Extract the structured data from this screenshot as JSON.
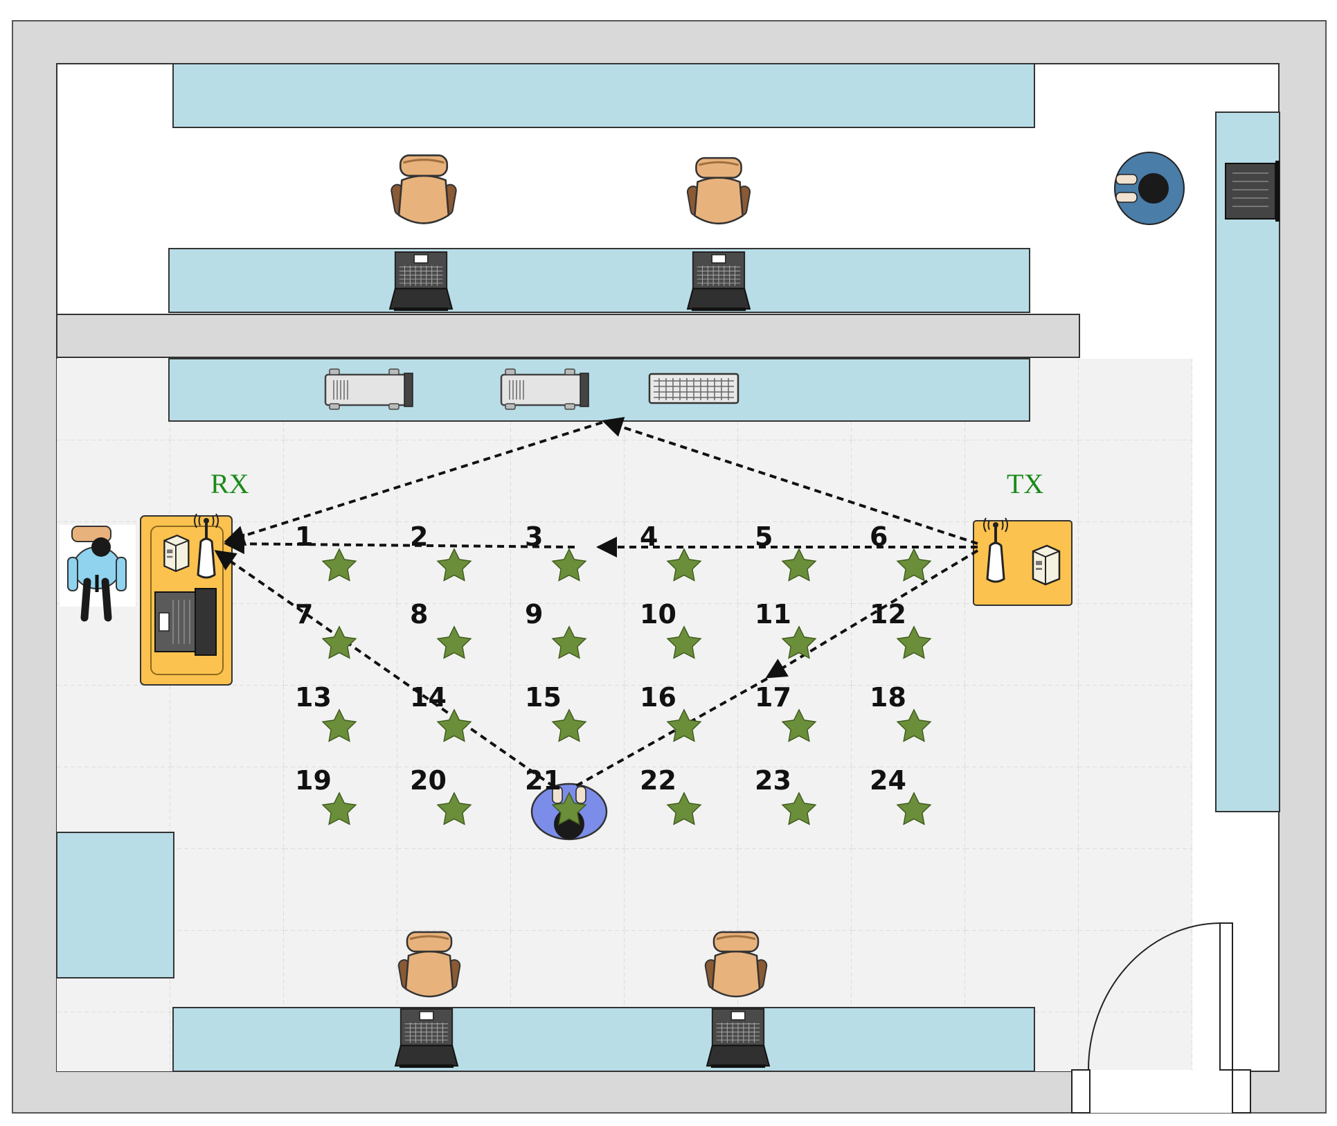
{
  "labels": {
    "rx": "RX",
    "tx": "TX"
  },
  "colors": {
    "wall": "#d9d9d9",
    "desk": "#b8dde7",
    "floor_tile": "#f2f2f2",
    "device_table": "#fcc24f",
    "star": "#6b8e3a",
    "chair": "#e8b27c",
    "label_green": "#1a8a1a",
    "path": "#111111"
  },
  "points": [
    {
      "id": "1"
    },
    {
      "id": "2"
    },
    {
      "id": "3"
    },
    {
      "id": "4"
    },
    {
      "id": "5"
    },
    {
      "id": "6"
    },
    {
      "id": "7"
    },
    {
      "id": "8"
    },
    {
      "id": "9"
    },
    {
      "id": "10"
    },
    {
      "id": "11"
    },
    {
      "id": "12"
    },
    {
      "id": "13"
    },
    {
      "id": "14"
    },
    {
      "id": "15"
    },
    {
      "id": "16"
    },
    {
      "id": "17"
    },
    {
      "id": "18"
    },
    {
      "id": "19"
    },
    {
      "id": "20"
    },
    {
      "id": "21"
    },
    {
      "id": "22"
    },
    {
      "id": "23"
    },
    {
      "id": "24"
    }
  ],
  "icons": {
    "point_marker": "star-icon",
    "antenna": "antenna-icon",
    "computer": "computer-icon",
    "laptop": "laptop-icon",
    "chair": "chair-icon",
    "person": "person-icon",
    "keyboard": "keyboard-icon",
    "server": "server-icon",
    "door": "door-icon"
  }
}
